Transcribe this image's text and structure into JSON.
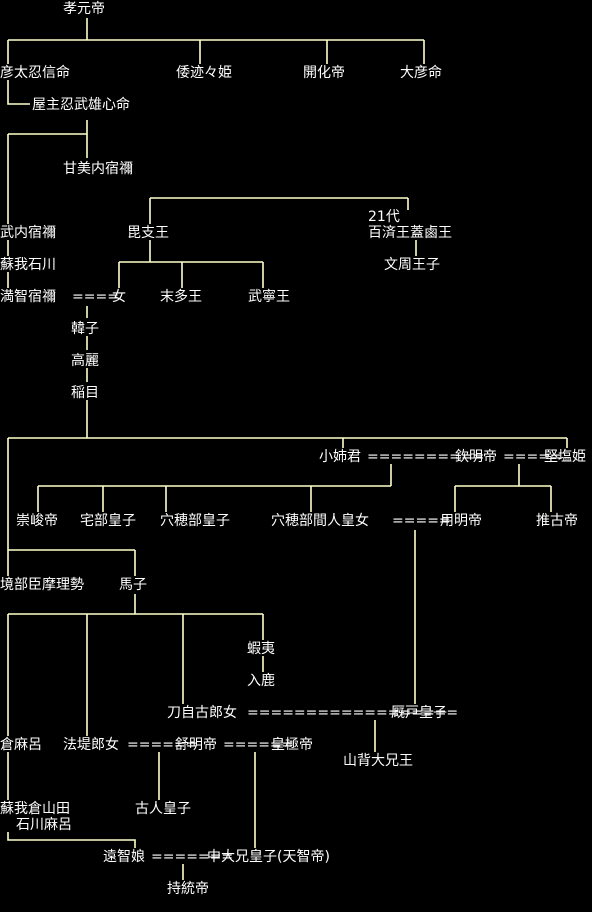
{
  "colors": {
    "background": "#000000",
    "text": "#ffffff",
    "line": "#ffffcc"
  },
  "nodes": {
    "koan": "孝元帝",
    "hikofutsu": "彦太忍信命",
    "yamatoto": "倭迹々姫",
    "kaika": "開化帝",
    "ohiko": "大彦命",
    "yanushi": "屋主忍武雄心命",
    "umashi": "甘美内宿禰",
    "takeuchi": "武内宿禰",
    "soga_ishikawa": "蘇我石川",
    "machi": "満智宿禰",
    "marriage_machi": "====",
    "onna": "女",
    "hishi": "毘支王",
    "dai21": "21代",
    "gaero": "百済王蓋鹵王",
    "bunshu": "文周王子",
    "suttao": "末多王",
    "buneio": "武寧王",
    "karako": "韓子",
    "koma": "高麗",
    "iname": "稲目",
    "oane": "小姉君",
    "m_oane_kinmei": "==========",
    "kinmei": "欽明帝",
    "m_kinmei_kitashi": "=====",
    "kitashi": "堅塩姫",
    "sushun": "崇峻帝",
    "yakabe": "宅部皇子",
    "anahobe": "穴穂部皇子",
    "hashihito": "穴穂部間人皇女",
    "m_hashihito_yomei": "=====",
    "yomei": "用明帝",
    "suiko": "推古帝",
    "sakaibe": "境部臣摩理勢",
    "umako": "馬子",
    "emishi": "蝦夷",
    "iruka": "入鹿",
    "tojiko": "刀自古郎女",
    "m_tojiko_umayado": "==================",
    "umayado": "厩戸皇子",
    "yamashiro": "山背大兄王",
    "kuramaro": "倉麻呂",
    "hotete": "法堤郎女",
    "m_hotete_jomei": "======",
    "jomei": "舒明帝",
    "m_jomei_kogyoku": "======",
    "kogyoku": "皇極帝",
    "furuhito": "古人皇子",
    "soga_kura_yamada": "蘇我倉山田",
    "ishikawa_maro": "石川麻呂",
    "ochi": "遠智娘",
    "m_ochi_naka": "=======",
    "nakanooe": "中大兄皇子(天智帝)",
    "jito": "持統帝"
  }
}
